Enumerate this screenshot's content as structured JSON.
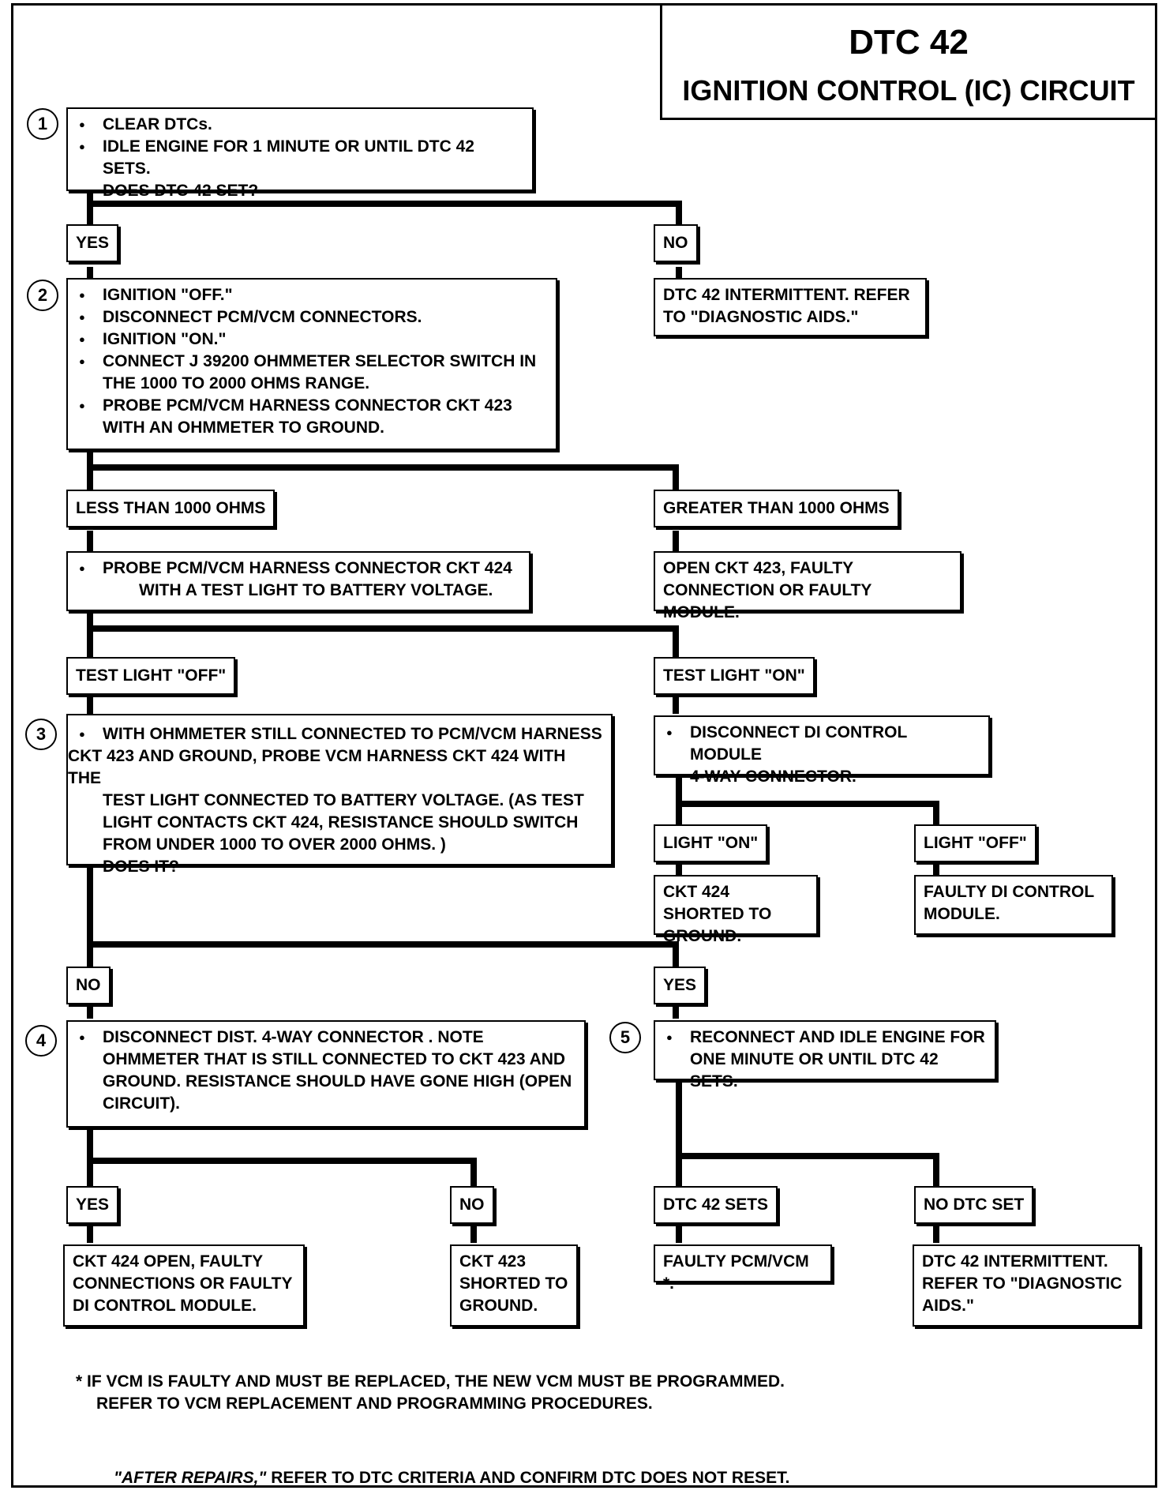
{
  "title": "DTC 42",
  "subtitle": "IGNITION CONTROL (IC) CIRCUIT",
  "steps": {
    "s1": {
      "number": "1",
      "bullets": [
        "CLEAR DTCs.",
        "IDLE ENGINE FOR 1 MINUTE OR UNTIL DTC 42 SETS."
      ],
      "tail": "DOES DTC 42 SET?"
    },
    "s2": {
      "number": "2",
      "bullets": [
        "IGNITION \"OFF.\"",
        "DISCONNECT PCM/VCM CONNECTORS.",
        "IGNITION \"ON.\"",
        "CONNECT J 39200 OHMMETER SELECTOR SWITCH IN THE 1000 TO 2000 OHMS RANGE.",
        "PROBE  PCM/VCM  HARNESS CONNECTOR CKT 423 WITH AN  OHMMETER TO GROUND."
      ]
    },
    "probe424": {
      "bullet": "PROBE PCM/VCM  HARNESS CONNECTOR CKT 424",
      "cont": "WITH  A TEST LIGHT TO BATTERY VOLTAGE."
    },
    "s3": {
      "number": "3",
      "bullet": "WITH OHMMETER STILL CONNECTED TO  PCM/VCM HARNESS",
      "lines": [
        "CKT 423 AND GROUND, PROBE VCM HARNESS CKT 424 WITH THE",
        "TEST LIGHT CONNECTED TO BATTERY VOLTAGE.  (AS TEST",
        "LIGHT CONTACTS CKT 424, RESISTANCE SHOULD SWITCH",
        "FROM UNDER 1000 TO OVER 2000 OHMS. )",
        "DOES IT?"
      ]
    },
    "disconnect_di": {
      "bullet": "DISCONNECT DI CONTROL MODULE",
      "cont": "4-WAY CONNECTOR."
    },
    "s4": {
      "number": "4",
      "bullet": "DISCONNECT DIST. 4-WAY CONNECTOR .  NOTE OHMMETER THAT IS STILL CONNECTED TO CKT 423 AND GROUND. RESISTANCE SHOULD HAVE GONE HIGH (OPEN CIRCUIT)."
    },
    "s5": {
      "number": "5",
      "bullet": "RECONNECT AND IDLE ENGINE FOR ONE MINUTE OR UNTIL DTC 42 SETS."
    }
  },
  "labels": {
    "yes1": "YES",
    "no1": "NO",
    "less1000": "LESS THAN 1000 OHMS",
    "greater1000": "GREATER THAN 1000 OHMS",
    "tl_off": "TEST LIGHT \"OFF\"",
    "tl_on": "TEST LIGHT \"ON\"",
    "light_on": "LIGHT \"ON\"",
    "light_off": "LIGHT \"OFF\"",
    "no3": "NO",
    "yes3": "YES",
    "yes4": "YES",
    "no4": "NO",
    "dtc42sets": "DTC 42 SETS",
    "nodtcset": "NO DTC SET"
  },
  "results": {
    "intermittent1": "DTC 42 INTERMITTENT.  REFER TO \"DIAGNOSTIC AIDS.\"",
    "open423": "OPEN CKT 423, FAULTY CONNECTION OR FAULTY MODULE.",
    "ckt424short": "CKT 424 SHORTED TO GROUND.",
    "faultydi": "FAULTY DI CONTROL MODULE.",
    "ckt424open": "CKT 424 OPEN, FAULTY CONNECTIONS OR FAULTY DI CONTROL MODULE.",
    "ckt423short": "CKT 423 SHORTED TO GROUND.",
    "faultypcm": "FAULTY  PCM/VCM *.",
    "intermittent2": "DTC 42 INTERMITTENT. REFER TO \"DIAGNOSTIC AIDS.\""
  },
  "footnote": {
    "line1": "*  IF VCM IS FAULTY AND MUST BE REPLACED, THE NEW VCM MUST BE PROGRAMMED.",
    "line2": "REFER TO VCM REPLACEMENT AND PROGRAMMING PROCEDURES."
  },
  "after_repairs": {
    "emph": "\"AFTER REPAIRS,\"",
    "rest": " REFER TO DTC CRITERIA  AND CONFIRM DTC DOES NOT RESET."
  }
}
